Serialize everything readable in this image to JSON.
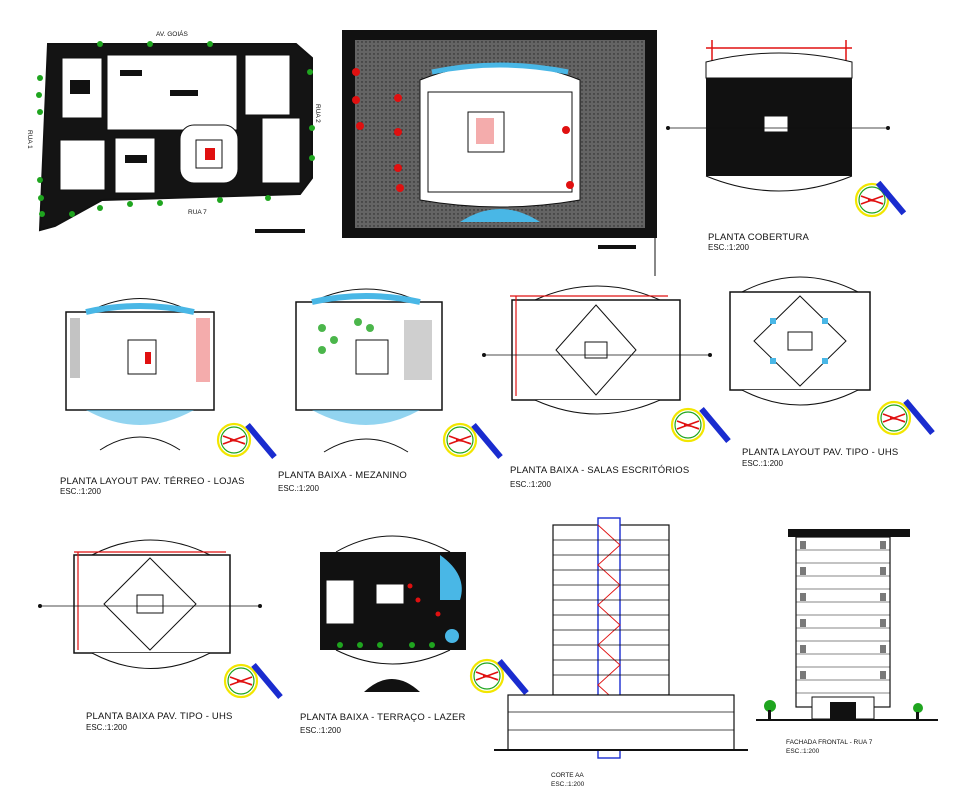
{
  "site_plan": {
    "street_top": "AV. GOIÁS",
    "street_left": "RUA 1",
    "street_right": "RUA 2",
    "street_bottom": "RUA 7"
  },
  "drawings": [
    {
      "title": "PLANTA COBERTURA",
      "scale": "ESC.:1:200"
    },
    {
      "title": "PLANTA LAYOUT PAV. TÉRREO - LOJAS",
      "scale": "ESC.:1:200"
    },
    {
      "title": "PLANTA BAIXA - MEZANINO",
      "scale": "ESC.:1:200"
    },
    {
      "title": "PLANTA BAIXA - SALAS ESCRITÓRIOS",
      "scale": "ESC.:1:200"
    },
    {
      "title": "PLANTA LAYOUT PAV. TIPO - UHS",
      "scale": "ESC.:1:200"
    },
    {
      "title": "PLANTA BAIXA PAV. TIPO - UHS",
      "scale": "ESC.:1:200"
    },
    {
      "title": "PLANTA BAIXA - TERRAÇO - LAZER",
      "scale": "ESC.:1:200"
    },
    {
      "title": "CORTE AA",
      "scale": "ESC.:1:200"
    },
    {
      "title": "FACHADA FRONTAL - RUA 7",
      "scale": "ESC.:1:200"
    }
  ],
  "colors": {
    "ink": "#111111",
    "red": "#e01010",
    "green": "#1fa51f",
    "cyan": "#49b7e6",
    "blue": "#1a2ccf",
    "yellow": "#f2e600"
  }
}
